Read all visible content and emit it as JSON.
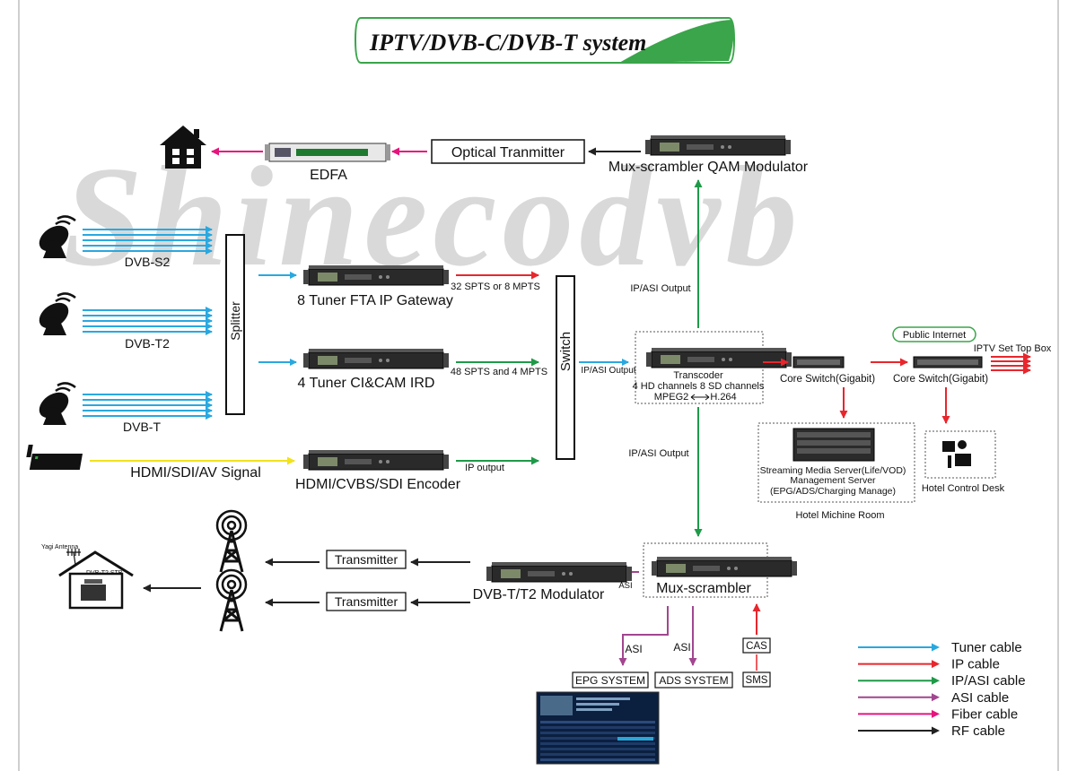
{
  "title": {
    "part1": "IPTV/DVB-C/DVB-T",
    "part2": " system"
  },
  "watermark": "Shinecodvb",
  "labels": {
    "edfa": "EDFA",
    "optical": "Optical Tranmitter",
    "qam": "Mux-scrambler  QAM Modulator",
    "dvbs2": "DVB-S2",
    "dvbt2": "DVB-T2",
    "dvbt": "DVB-T",
    "hdmi_signal": "HDMI/SDI/AV Signal",
    "splitter": "Splitter",
    "gateway": "8 Tuner FTA IP Gateway",
    "ird": "4 Tuner CI&CAM IRD",
    "encoder": "HDMI/CVBS/SDI Encoder",
    "spts32": "32 SPTS or 8 MPTS",
    "spts48": "48 SPTS and 4 MPTS",
    "ip_output": "IP output",
    "switch": "Switch",
    "ipasi_small": "IP/ASI Output",
    "ipasi_top": "IP/ASI Output",
    "ipasi_mid": "IP/ASI Output",
    "transcoder": "Transcoder",
    "transcoder_ch": "4 HD channels 8 SD channels",
    "transcoder_mpeg": "MPEG2",
    "transcoder_h264": "H.264",
    "core1": "Core Switch(Gigabit)",
    "core2": "Core Switch(Gigabit)",
    "public_internet": "Public Internet",
    "iptv_stb": "IPTV Set Top Box",
    "server1": "Streaming Media Server(Life/VOD)",
    "server2": "Management Server",
    "server3": "(EPG/ADS/Charging Manage)",
    "machine_room": "Hotel Michine Room",
    "control_desk": "Hotel Control Desk",
    "mux": "Mux-scrambler",
    "dvbt_mod": "DVB-T/T2 Modulator",
    "asi_mod": "ASI",
    "transmitter1": "Transmitter",
    "transmitter2": "Transmitter",
    "yagi": "Yagi Antenna",
    "dvbt2_stb": "DVB-T2 STB",
    "asi1": "ASI",
    "asi2": "ASI",
    "cas": "CAS",
    "sms": "SMS",
    "epg": "EPG SYSTEM",
    "ads": "ADS SYSTEM"
  },
  "legend": [
    {
      "label": "Tuner cable",
      "color": "#29a8e0"
    },
    {
      "label": "IP cable",
      "color": "#e8262d"
    },
    {
      "label": "IP/ASI cable",
      "color": "#1e9a48"
    },
    {
      "label": "ASI cable",
      "color": "#a2468f"
    },
    {
      "label": "Fiber cable",
      "color": "#e6157d"
    },
    {
      "label": "RF cable",
      "color": "#222222"
    }
  ],
  "colors": {
    "tuner": "#29a8e0",
    "ip": "#e8262d",
    "ipasi": "#1e9a48",
    "asi": "#a2468f",
    "fiber": "#e6157d",
    "rf": "#222222",
    "hdmi": "#f2e21b",
    "title_green": "#3aa54a"
  }
}
